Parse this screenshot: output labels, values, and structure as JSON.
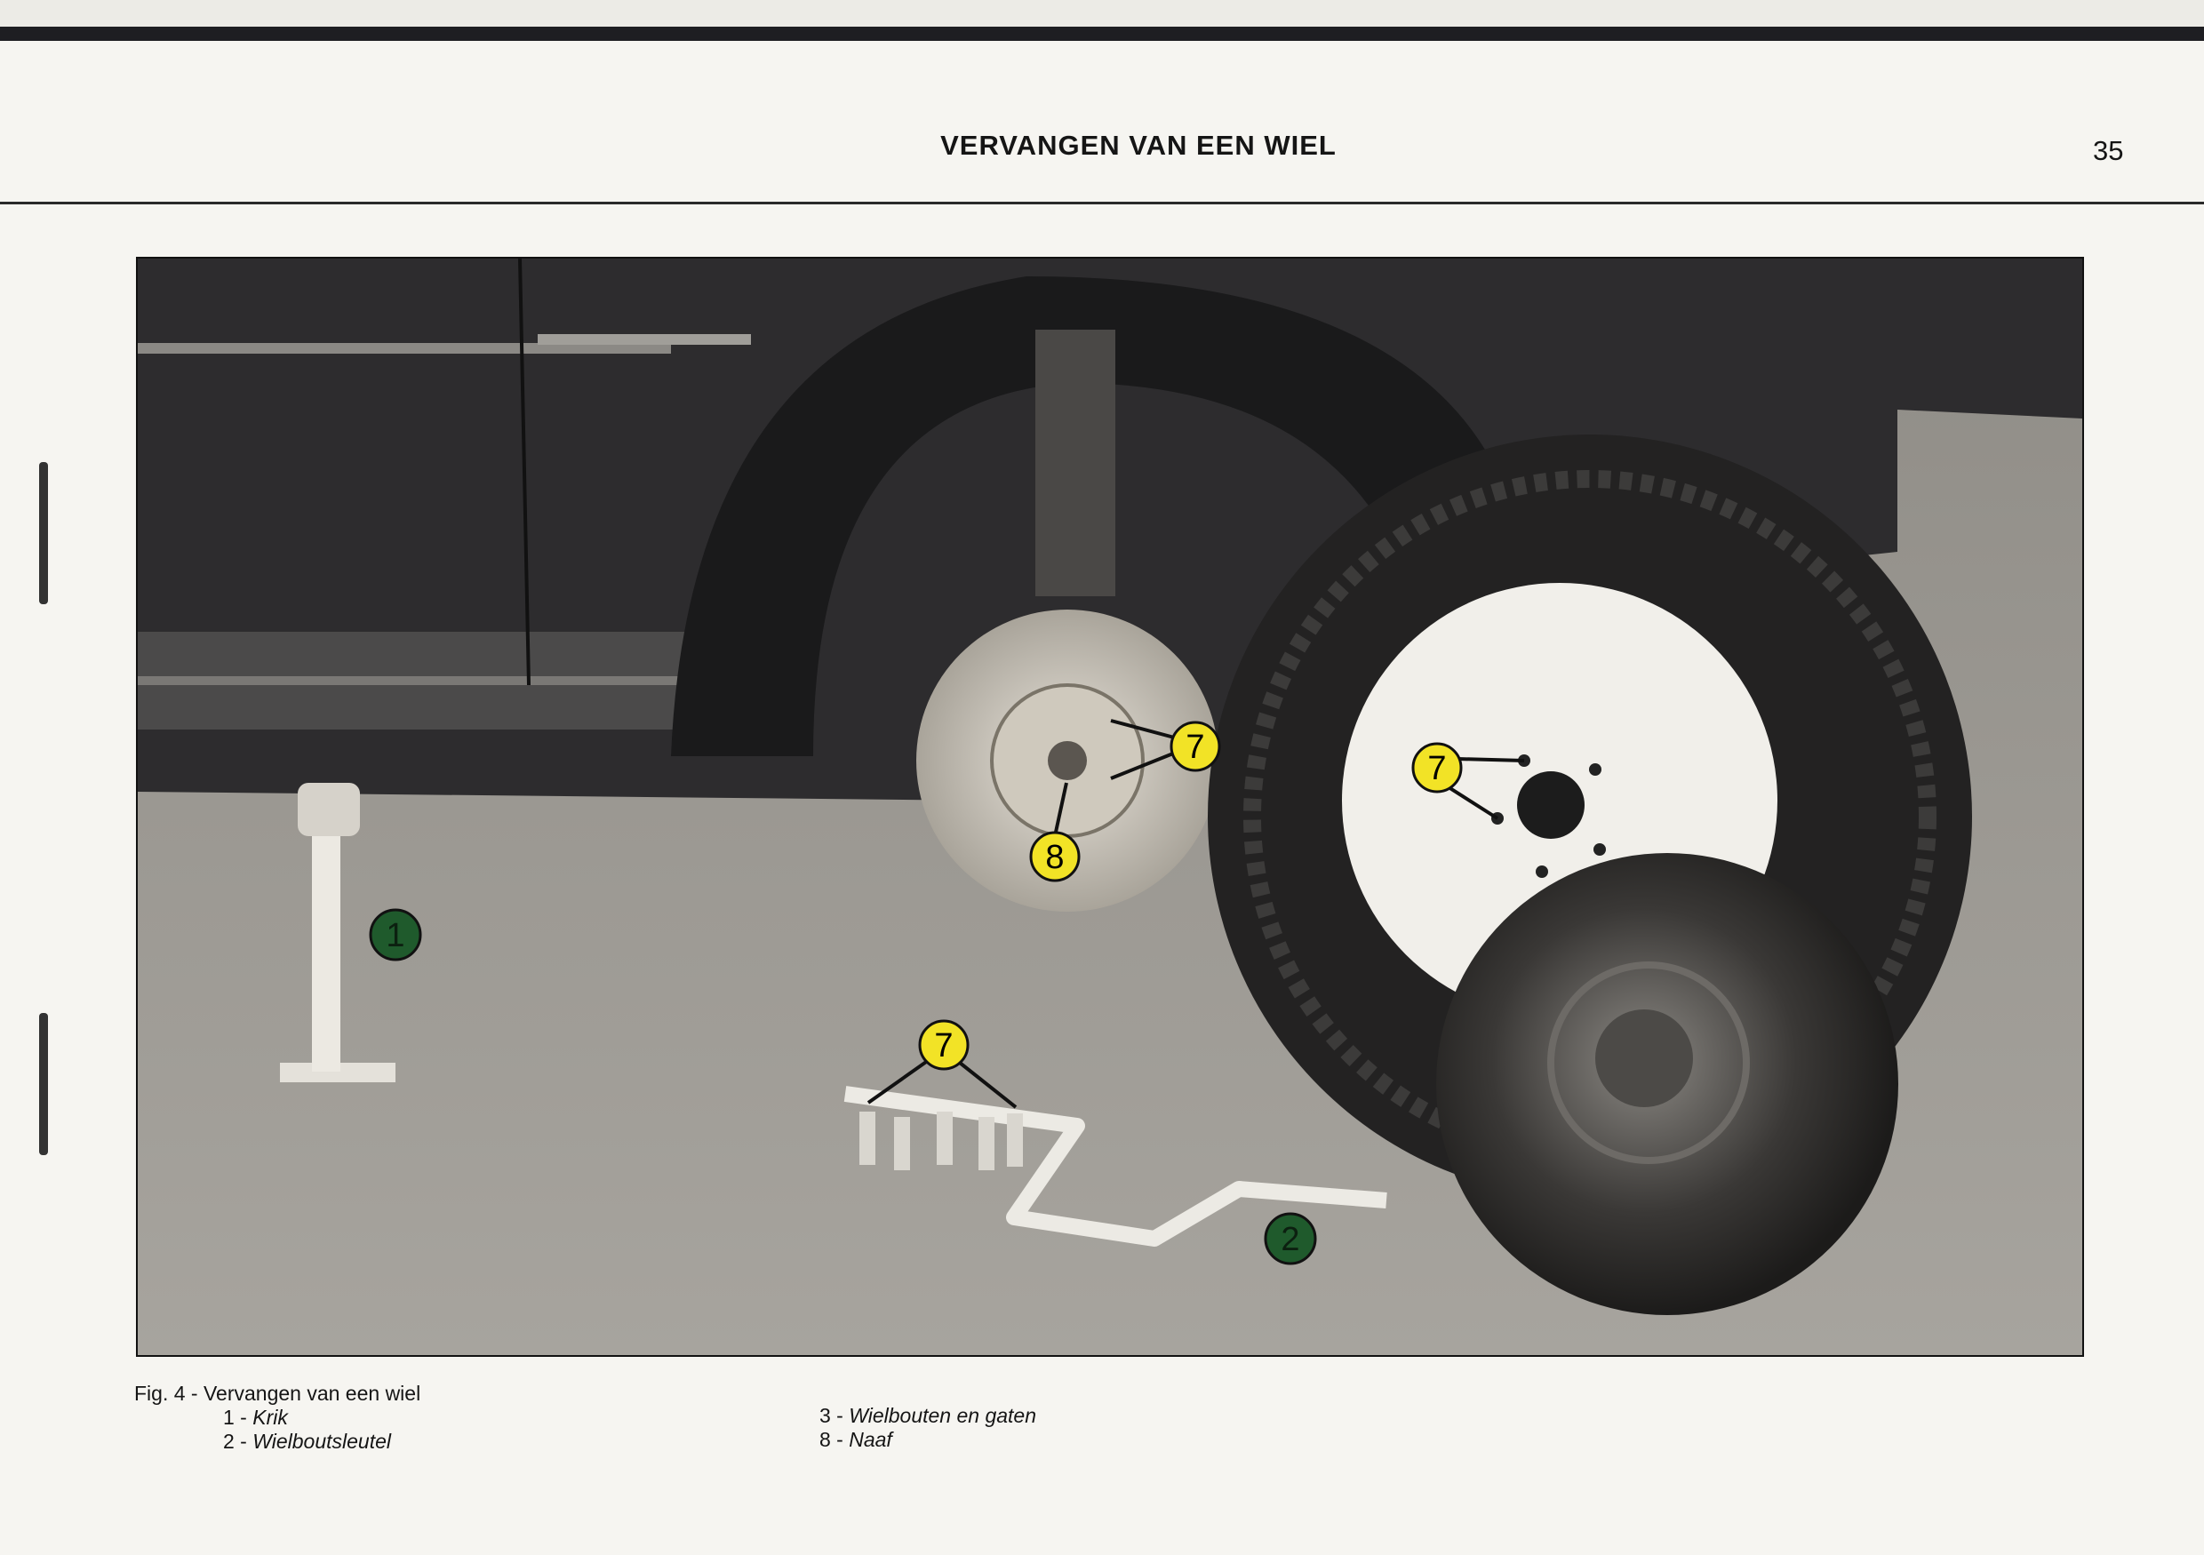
{
  "header": {
    "title": "VERVANGEN VAN EEN WIEL",
    "page_number": "35"
  },
  "figure": {
    "callouts": {
      "jack": "1",
      "wrench": "2",
      "bolts_disc": "7",
      "bolts_wheel": "7",
      "bolts_loose": "7",
      "hub": "8"
    },
    "colors": {
      "callout_yellow": "#f2e326",
      "callout_green": "#1f5a2c"
    }
  },
  "caption": {
    "title": "Fig. 4 - Vervangen van een wiel",
    "items": [
      {
        "num": "1 -",
        "label": "Krik"
      },
      {
        "num": "2 -",
        "label": "Wielboutsleutel"
      },
      {
        "num": "3 -",
        "label": "Wielbouten en gaten"
      },
      {
        "num": "8 -",
        "label": "Naaf"
      }
    ]
  }
}
